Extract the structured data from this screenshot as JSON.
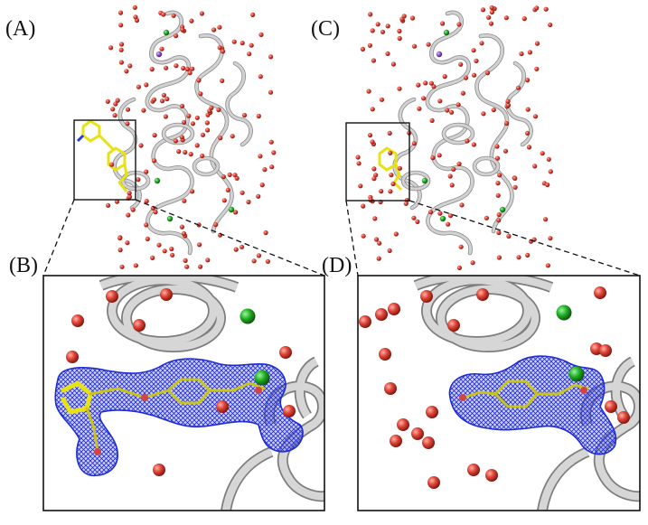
{
  "figure": {
    "panels": [
      {
        "id": "A",
        "label": "(A)"
      },
      {
        "id": "B",
        "label": "(B)"
      },
      {
        "id": "C",
        "label": "(C)"
      },
      {
        "id": "D",
        "label": "(D)"
      }
    ],
    "colors": {
      "ribbon": "#c9c9c9",
      "ribbon_edge": "#8a8a8a",
      "water": "#d9443a",
      "ion_green": "#1faa22",
      "ion_purple": "#8a4fc7",
      "ligand": "#e8e214",
      "mesh": "#1d2ad6",
      "frame": "#111111"
    }
  }
}
